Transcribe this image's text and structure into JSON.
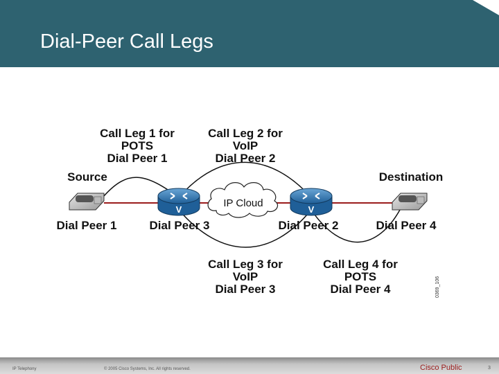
{
  "slide": {
    "title": "Dial-Peer Call Legs",
    "header_color": "#2e6270"
  },
  "diagram": {
    "call_legs_top": [
      {
        "lines": [
          "Call Leg 1 for",
          "POTS",
          "Dial Peer 1"
        ]
      },
      {
        "lines": [
          "Call Leg 2 for",
          "VoIP",
          "Dial Peer 2"
        ]
      }
    ],
    "call_legs_bottom": [
      {
        "lines": [
          "Call Leg 3 for",
          "VoIP",
          "Dial Peer 3"
        ]
      },
      {
        "lines": [
          "Call Leg 4 for",
          "POTS",
          "Dial Peer 4"
        ]
      }
    ],
    "source_label": "Source",
    "destination_label": "Destination",
    "cloud_label": "IP Cloud",
    "router_glyph": "V",
    "peer_labels": [
      "Dial Peer 1",
      "Dial Peer 3",
      "Dial Peer 2",
      "Dial Peer 4"
    ],
    "figure_id": "0369_106",
    "line_color": "#9a1b1b",
    "router_color": "#3a7fb8"
  },
  "footer": {
    "course": "IP Telephony",
    "copyright": "© 2005 Cisco Systems, Inc. All rights reserved.",
    "classification": "Cisco Public",
    "page": "3"
  }
}
